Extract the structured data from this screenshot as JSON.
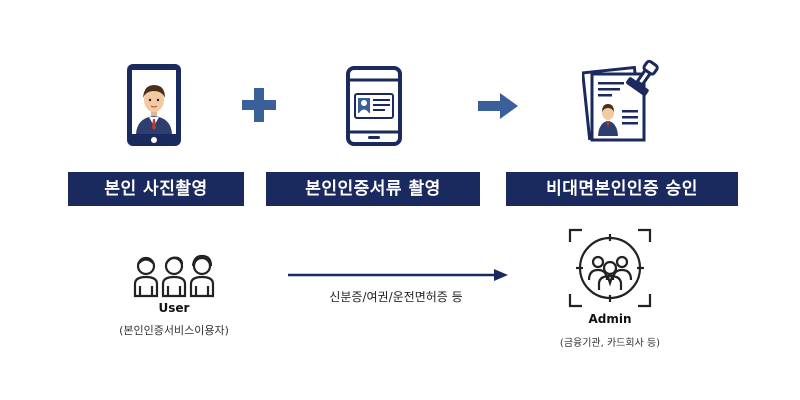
{
  "steps": [
    {
      "label": "본인 사진촬영",
      "icon": "phone-selfie-icon"
    },
    {
      "label": "본인인증서류 촬영",
      "icon": "phone-id-card-icon"
    },
    {
      "label": "비대면본인인증 승인",
      "icon": "approval-document-icon"
    }
  ],
  "operators": {
    "plus": "plus-icon",
    "arrow": "arrow-right-icon"
  },
  "user": {
    "title": "User",
    "subtitle": "(본인인증서비스이용자)"
  },
  "flow": {
    "label": "신분증/여권/운전면허증 등"
  },
  "admin": {
    "title": "Admin",
    "subtitle": "(금융기관, 카드회사 등)"
  },
  "colors": {
    "navy": "#1a2a5e",
    "accent": "#3a5f9a",
    "skin": "#f2c9a0",
    "red": "#c0392b"
  }
}
